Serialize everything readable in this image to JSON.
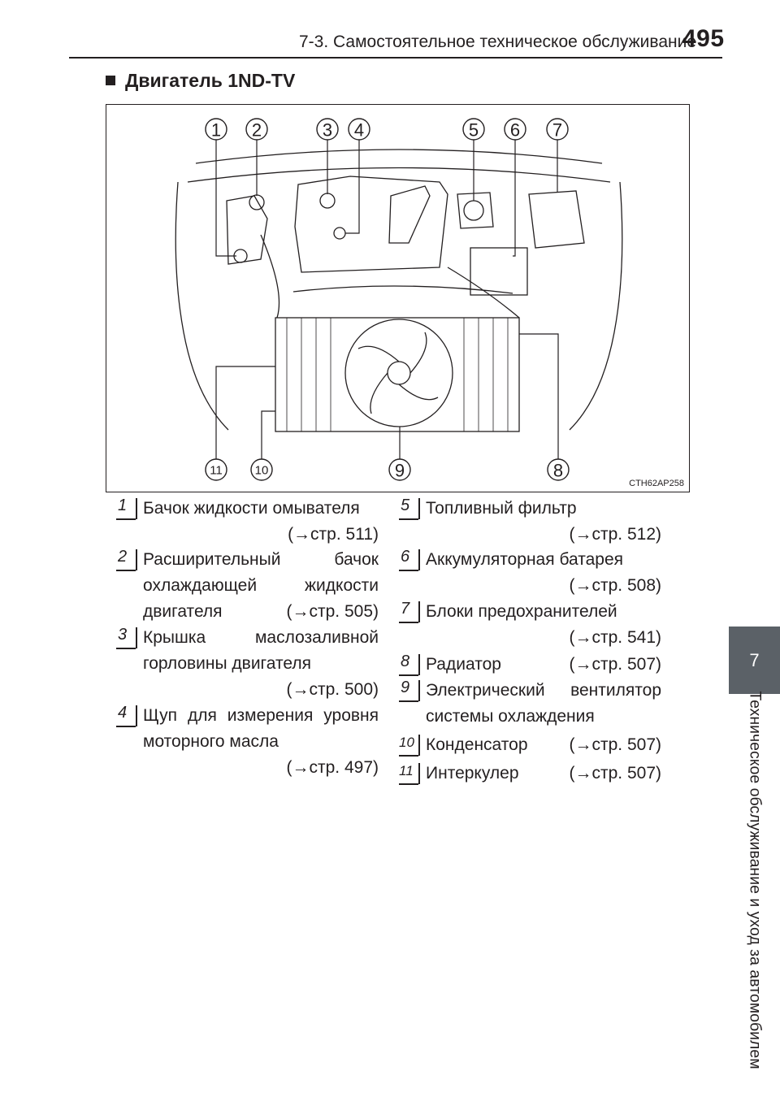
{
  "header": {
    "section": "7-3. Самостоятельное техническое обслуживание",
    "page_number": "495"
  },
  "side_tab": {
    "chapter_number": "7",
    "chapter_title": "Техническое обслуживание и уход за автомобилем"
  },
  "section_title": "Двигатель 1ND-TV",
  "figure": {
    "code": "CTH62AP258",
    "callouts_top": [
      "1",
      "2",
      "3",
      "4",
      "5",
      "6",
      "7"
    ],
    "callouts_bottom": [
      "11",
      "10",
      "9",
      "8"
    ]
  },
  "legend": [
    {
      "num": "1",
      "lines": [
        "Бачок жидкости омывателя"
      ],
      "ref": "(→стр. 511)"
    },
    {
      "num": "2",
      "lines": [
        "Расширительный бачок",
        "охлаждающей жидкости",
        "двигателя"
      ],
      "ref": "(→стр. 505)"
    },
    {
      "num": "3",
      "lines": [
        "Крышка маслозаливной",
        "горловины двигателя"
      ],
      "ref": "(→стр. 500)"
    },
    {
      "num": "4",
      "lines": [
        "Щуп для измерения уровня",
        "моторного масла"
      ],
      "ref": "(→стр. 497)"
    },
    {
      "num": "5",
      "lines": [
        "Топливный фильтр"
      ],
      "ref": "(→стр. 512)"
    },
    {
      "num": "6",
      "lines": [
        "Аккумуляторная батарея"
      ],
      "ref": "(→стр. 508)"
    },
    {
      "num": "7",
      "lines": [
        "Блоки предохранителей"
      ],
      "ref": "(→стр. 541)"
    },
    {
      "num": "8",
      "lines": [
        "Радиатор"
      ],
      "ref": "(→стр. 507)"
    },
    {
      "num": "9",
      "lines": [
        "Электрический вентилятор",
        "системы охлаждения"
      ],
      "ref": ""
    },
    {
      "num": "10",
      "lines": [
        "Конденсатор"
      ],
      "ref": "(→стр. 507)"
    },
    {
      "num": "11",
      "lines": [
        "Интеркулер"
      ],
      "ref": "(→стр. 507)"
    }
  ]
}
